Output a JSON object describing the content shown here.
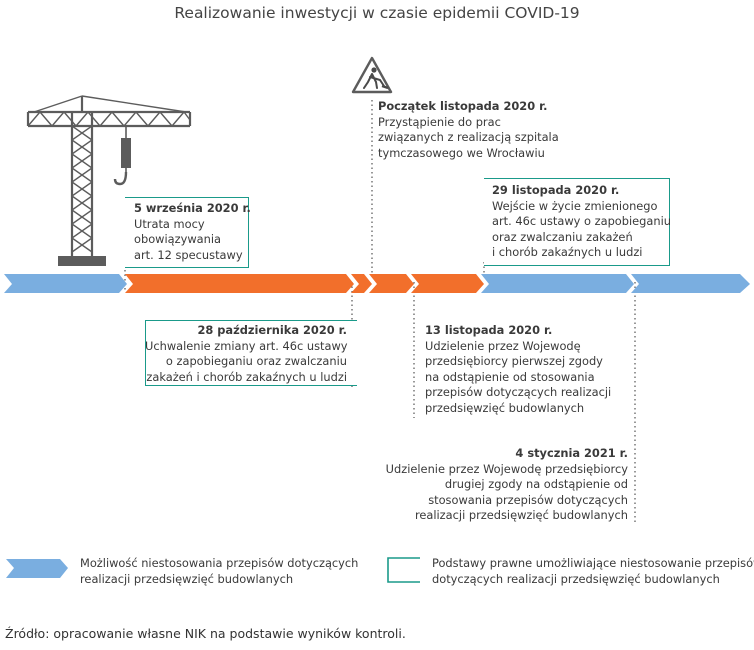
{
  "title": "Realizowanie inwestycji w czasie epidemii COVID-19",
  "colors": {
    "blue": "#7aaee0",
    "orange": "#f26f2b",
    "teal": "#1a9a8a",
    "crane": "#5c5c5c"
  },
  "events": [
    {
      "date": "5 września 2020 r.",
      "lines": [
        "Utrata mocy",
        "obowiązywania",
        "art. 12 specustawy"
      ]
    },
    {
      "date": "Początek listopada 2020 r.",
      "lines": [
        "Przystąpienie do prac",
        "związanych z realizacją szpitala",
        "tymczasowego we Wrocławiu"
      ]
    },
    {
      "date": "29 listopada 2020 r.",
      "lines": [
        "Wejście w życie zmienionego",
        "art. 46c ustawy o zapobieganiu",
        "oraz zwalczaniu zakażeń",
        "i chorób zakaźnych u ludzi"
      ]
    },
    {
      "date": "28 października 2020 r.",
      "lines": [
        "Uchwalenie zmiany art. 46c ustawy",
        "o zapobieganiu oraz zwalczaniu",
        "zakażeń i chorób zakaźnych u ludzi"
      ]
    },
    {
      "date": "13 listopada 2020 r.",
      "lines": [
        "Udzielenie przez Wojewodę",
        "przedsiębiorcy pierwszej zgody",
        "na odstąpienie od stosowania",
        "przepisów dotyczących realizacji",
        "przedsięwzięć budowlanych"
      ]
    },
    {
      "date": "4 stycznia 2021 r.",
      "lines": [
        "Udzielenie przez Wojewodę przedsiębiorcy",
        "drugiej zgody na odstąpienie od",
        "stosowania przepisów dotyczących",
        "realizacji przedsięwzięć budowlanych"
      ]
    }
  ],
  "legend": [
    {
      "lines": [
        "Możliwość niestosowania przepisów dotyczących",
        "realizacji przedsięwzięć budowlanych"
      ]
    },
    {
      "lines": [
        "Podstawy prawne umożliwiające niestosowanie przepisów",
        "dotyczących realizacji przedsięwzięć budowlanych"
      ]
    }
  ],
  "source": "Źródło: opracowanie własne NIK na podstawie wyników kontroli.",
  "icons": {
    "crane": "tower-crane-icon",
    "worker": "road-work-sign-icon"
  }
}
